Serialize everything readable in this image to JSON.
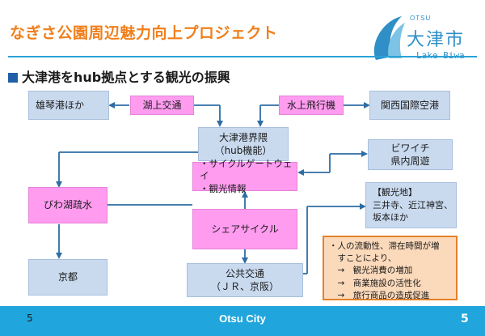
{
  "header": {
    "title": "なぎさ公園周辺魅力向上プロジェクト",
    "logo": {
      "small": "OTSU",
      "jp": "大津市",
      "en": "Lake Biwa"
    }
  },
  "section": {
    "heading": "大津港をhub拠点とする観光の振興"
  },
  "diagram": {
    "nodes": {
      "ogoto": "雄琴港ほか",
      "lake_transport": "湖上交通",
      "floatplane": "水上飛行機",
      "kansai": "関西国際空港",
      "hub_title": "大津港界隈\n（hub機能）",
      "hub_features": "・サイクルゲートウェイ\n・観光情報",
      "biwaichi": "ビワイチ\n県内周遊",
      "canal": "びわ湖疏水",
      "sightseeing": "【観光地】\n三井寺、近江神宮、\n坂本ほか",
      "share_cycle": "シェアサイクル",
      "kyoto": "京都",
      "public_transport": "公共交通\n（ＪＲ、京阪）"
    },
    "note": "・人の流動性、滞在時間が増\n　すことにより、\n　→　観光消費の増加\n　→　商業施設の活性化\n　→　旅行商品の造成促進"
  },
  "footer": {
    "page_left": "5",
    "center": "Otsu City",
    "page_right": "5"
  },
  "colors": {
    "title": "#f07f1c",
    "accent": "#20a6dc",
    "node_blue": "#c9daef",
    "node_pink": "#ff9cf0",
    "note_bg": "#fbd9bb",
    "note_border": "#e2822c",
    "arrow": "#2e6da4"
  }
}
